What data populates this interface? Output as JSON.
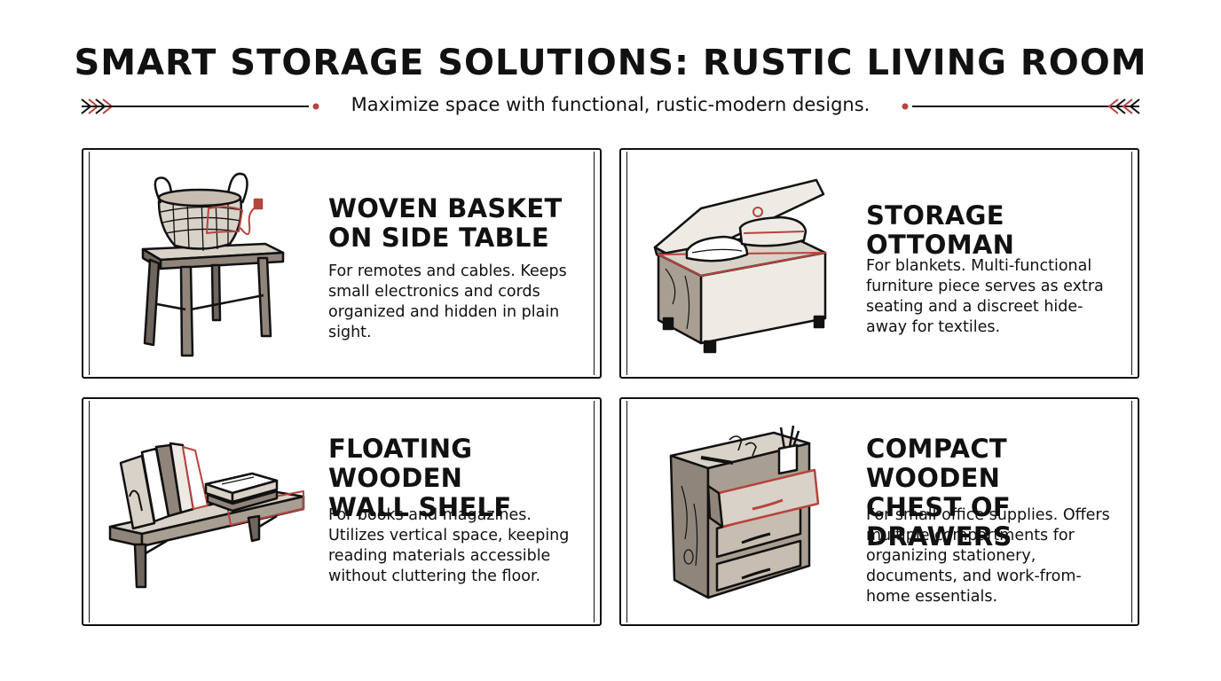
{
  "header": {
    "title": "SMART STORAGE SOLUTIONS: RUSTIC LIVING ROOM",
    "subtitle": "Maximize space with functional, rustic-modern designs."
  },
  "colors": {
    "accent": "#b5443d",
    "ink": "#111111",
    "wood": "#a99e92",
    "fabric": "#eeeae4",
    "background": "#ffffff"
  },
  "cards": [
    {
      "title": "WOVEN BASKET\nON SIDE TABLE",
      "description": "For remotes and cables. Keeps small electronics and cords organized and hidden in plain sight.",
      "icon": "woven-basket-side-table-icon"
    },
    {
      "title": "STORAGE OTTOMAN",
      "description": "For blankets. Multi-functional furniture piece serves as extra seating and a discreet hide-away for textiles.",
      "icon": "storage-ottoman-icon"
    },
    {
      "title": "FLOATING WOODEN\nWALL SHELF",
      "description": "For books and magazines. Utilizes vertical space, keeping reading materials accessible without cluttering the floor.",
      "icon": "floating-wall-shelf-icon"
    },
    {
      "title": "COMPACT WOODEN\nCHEST OF DRAWERS",
      "description": "For small office supplies. Offers multiple compartments for organizing stationery, documents, and work-from-home essentials.",
      "icon": "chest-of-drawers-icon"
    }
  ]
}
